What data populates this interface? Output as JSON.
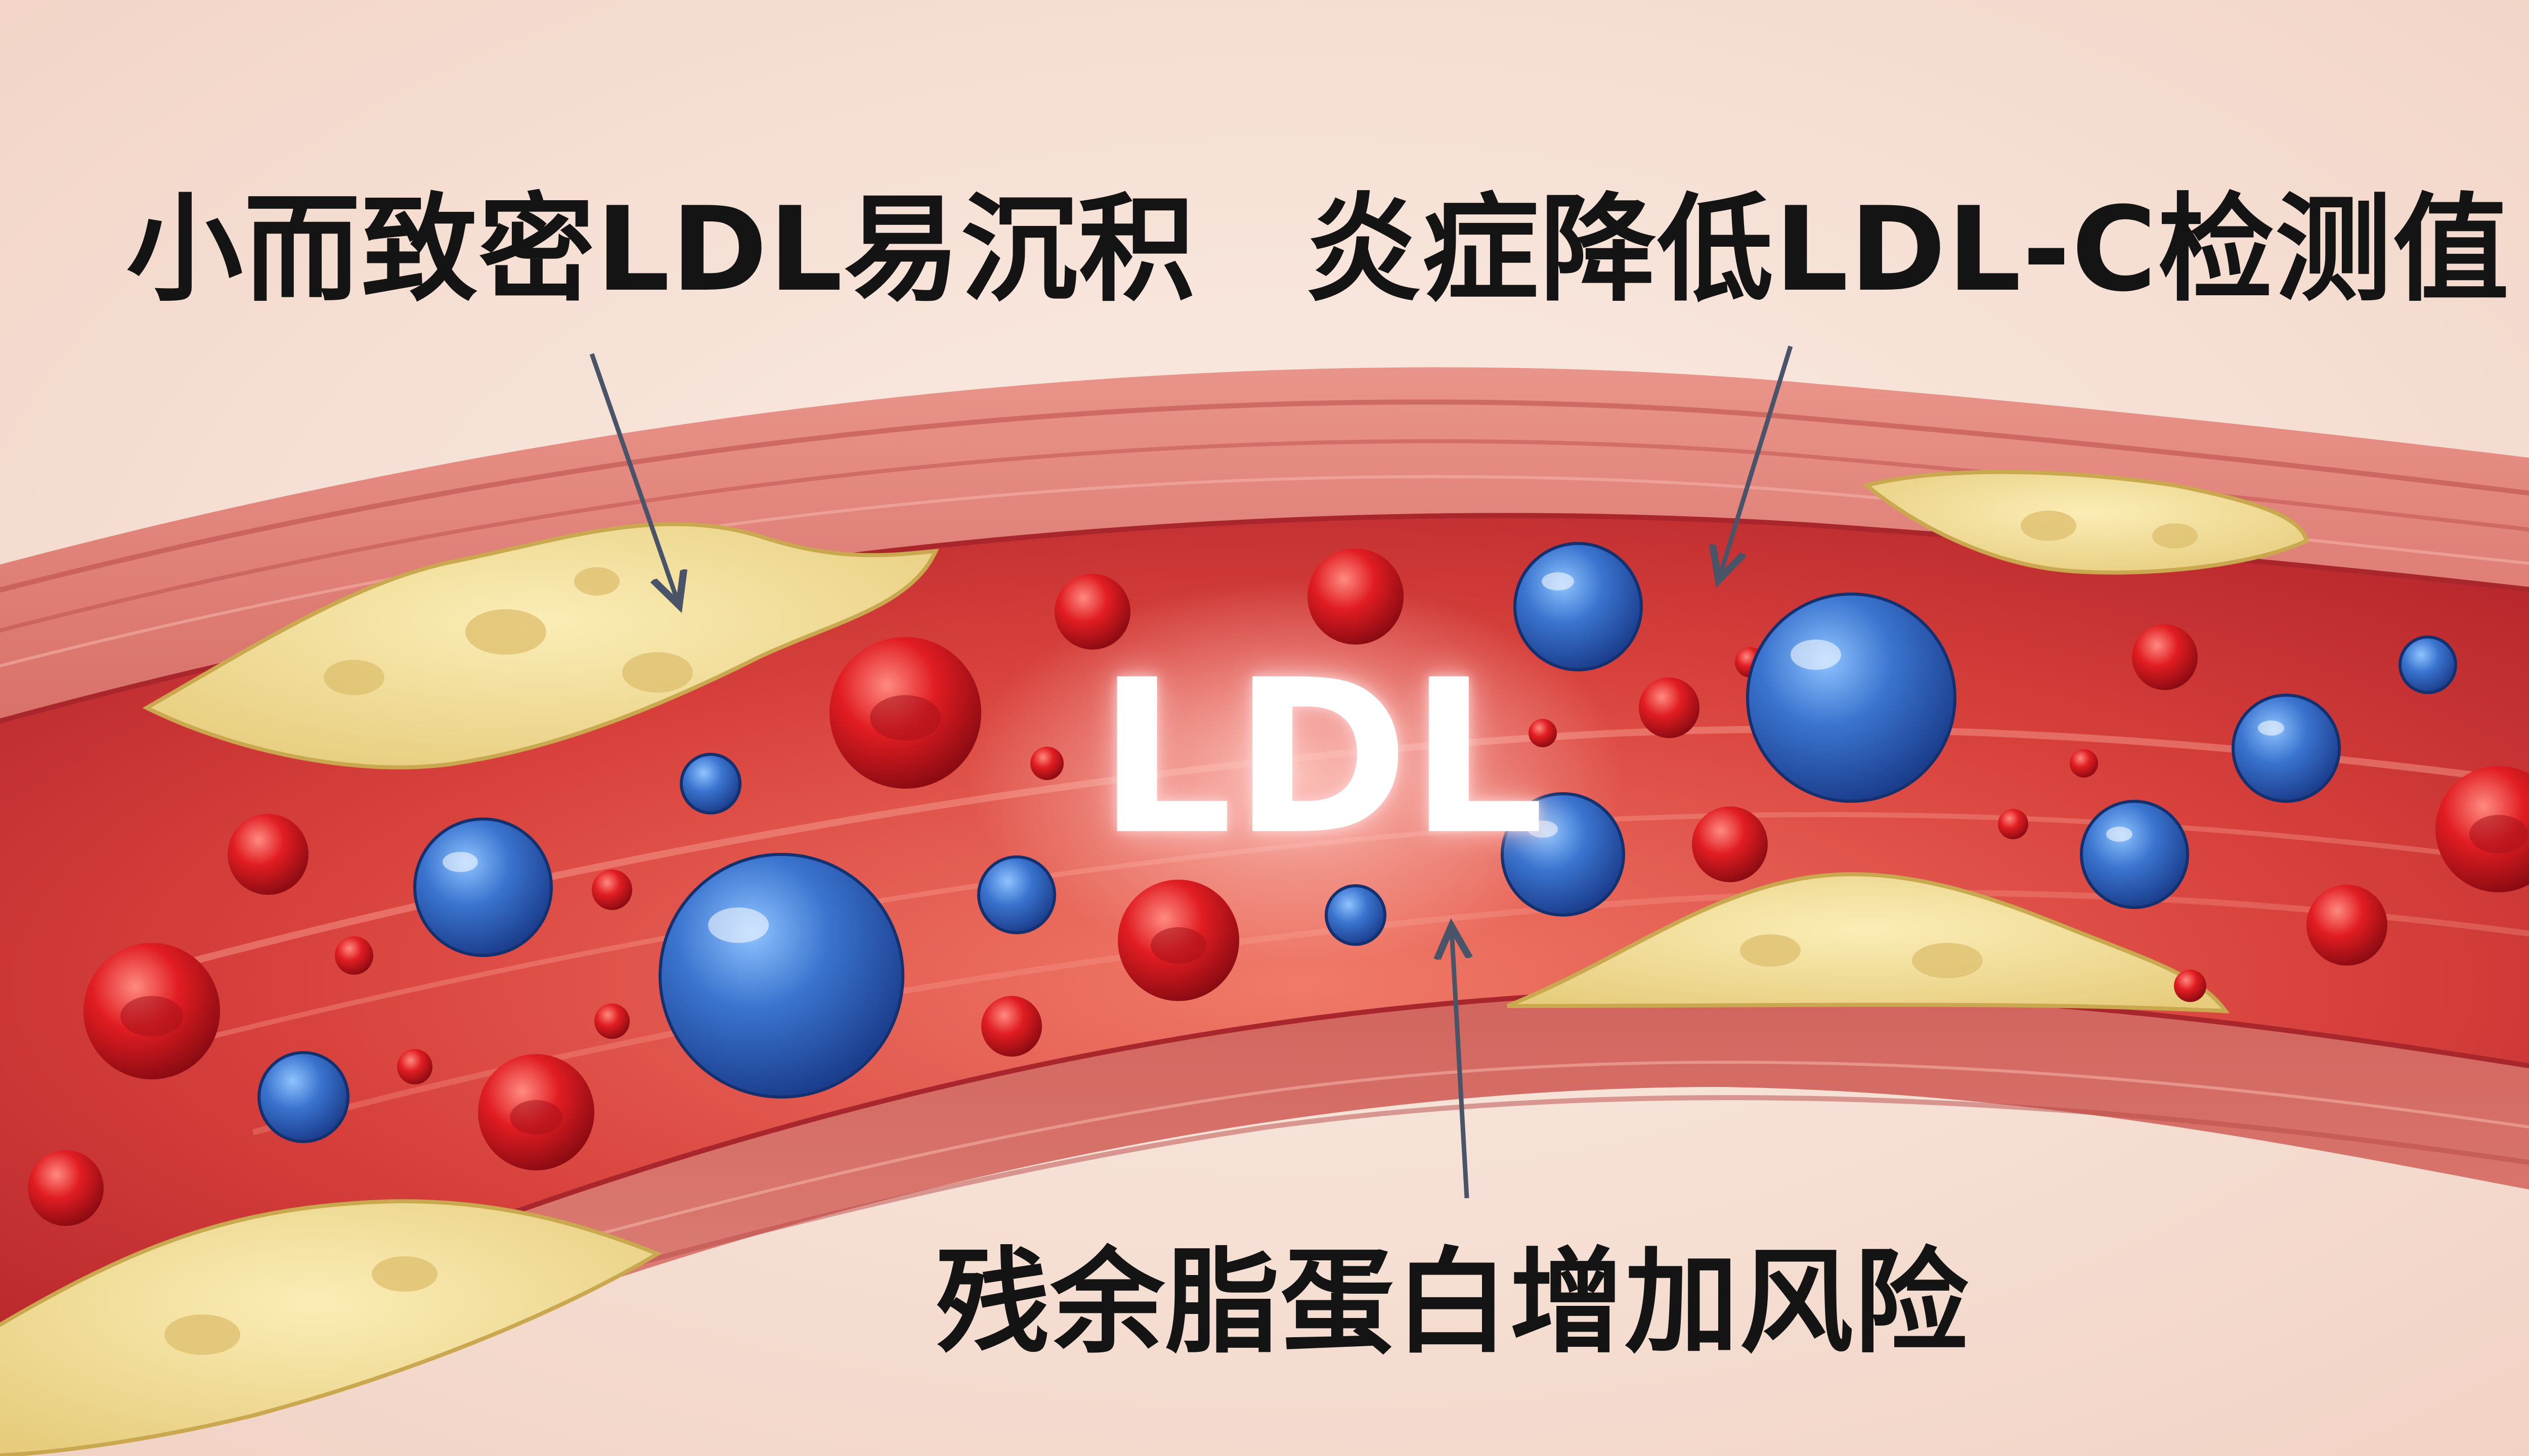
{
  "labels": {
    "small_dense_ldl": "小而致密LDL易沉积",
    "inflammation": "炎症降低LDL-C检测值",
    "remnant": "残余脂蛋白增加风险",
    "center": "LDL"
  },
  "colors": {
    "background": "#f6e3d8",
    "artery_wall": "#d9736c",
    "lumen": "#d8413c",
    "plaque": "#f1dc98",
    "ldl_particle": "#2f5fb8",
    "red_blood_cell": "#d41e22",
    "arrow": "#4a5468",
    "text": "#141414"
  },
  "icons": [
    "arrow-icon",
    "ldl-particle-icon",
    "red-blood-cell-icon",
    "plaque-icon"
  ]
}
